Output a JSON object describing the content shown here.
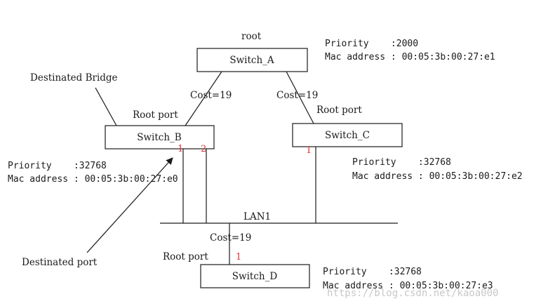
{
  "root_label": "root",
  "switches": {
    "a": {
      "name": "Switch_A",
      "priority": "Priority    :2000",
      "mac": "Mac address : 00:05:3b:00:27:e1"
    },
    "b": {
      "name": "Switch_B",
      "priority": "Priority    :32768",
      "mac": "Mac address : 00:05:3b:00:27:e0"
    },
    "c": {
      "name": "Switch_C",
      "priority": "Priority    :32768",
      "mac": "Mac address : 00:05:3b:00:27:e2"
    },
    "d": {
      "name": "Switch_D",
      "priority": "Priority    :32768",
      "mac": "Mac address : 00:05:3b:00:27:e3"
    }
  },
  "links": {
    "ab_cost": "Cost=19",
    "ac_cost": "Cost=19",
    "d_cost": "Cost=19"
  },
  "root_ports": {
    "b": "Root port",
    "c": "Root port",
    "d": "Root port"
  },
  "port_numbers": {
    "b1": "1",
    "b2": "2",
    "c1": "1",
    "d1": "1"
  },
  "lan_label": "LAN1",
  "annotations": {
    "designated_bridge": "Destinated Bridge",
    "designated_port": "Destinated port"
  },
  "watermark": "https://blog.csdn.net/kaoa000",
  "colors": {
    "line": "#1a1a1a",
    "port_number": "#e03030",
    "watermark": "#c8c8c8"
  }
}
